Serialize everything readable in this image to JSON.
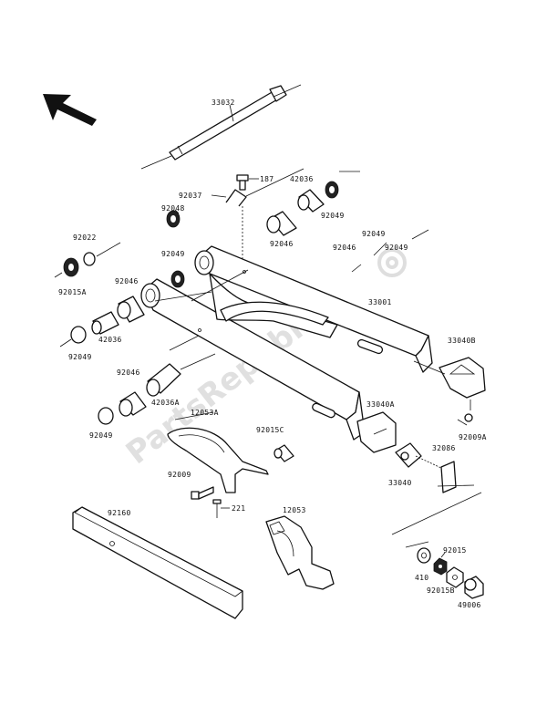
{
  "watermark": {
    "text": "PartsRepublik"
  },
  "labels": {
    "p33032": "33032",
    "p187": "187",
    "p92037": "92037",
    "p42036_top": "42036",
    "p92048": "92048",
    "p92049_top": "92049",
    "p92046_top": "92046",
    "p92049_a": "92049",
    "p92022": "92022",
    "p92049_b": "92049",
    "p92046_mid": "92046",
    "p92049_mid": "92049",
    "p92015A": "92015A",
    "p92046_left": "92046",
    "p33001": "33001",
    "p42036_left": "42036",
    "p92049_left": "92049",
    "p33040B": "33040B",
    "p92046_low": "92046",
    "p42036A": "42036A",
    "p12053A": "12053A",
    "p33040A": "33040A",
    "p92049_low": "92049",
    "p92009A": "92009A",
    "p92015C": "92015C",
    "p32086": "32086",
    "p33040": "33040",
    "p92009": "92009",
    "p221": "221",
    "p92160": "92160",
    "p12053": "12053",
    "p410": "410",
    "p92015": "92015",
    "p92015B": "92015B",
    "p49006": "49006"
  }
}
